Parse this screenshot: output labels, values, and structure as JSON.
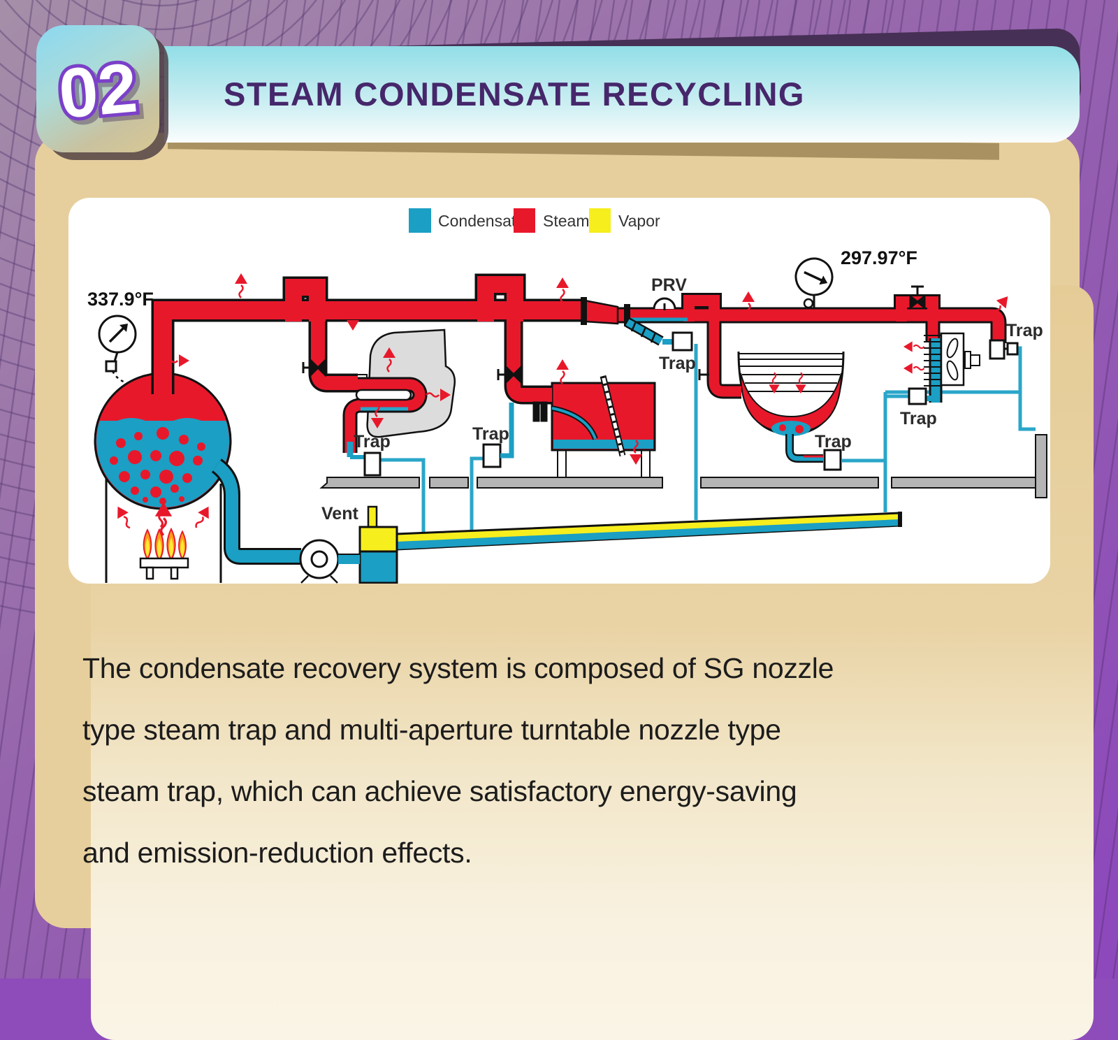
{
  "header": {
    "number": "02",
    "title": "STEAM CONDENSATE RECYCLING"
  },
  "legend": {
    "items": [
      {
        "label": "Condensate",
        "color": "#1b9fc4"
      },
      {
        "label": "Steam",
        "color": "#e8182b"
      },
      {
        "label": "Vapor",
        "color": "#f7ee1e"
      }
    ]
  },
  "diagram": {
    "gauge_left_temp": "337.9°F",
    "gauge_right_temp": "297.97°F",
    "prv_label": "PRV",
    "vent_label": "Vent",
    "trap_label": "Trap"
  },
  "body": {
    "lines": [
      "The condensate recovery system is composed of SG nozzle",
      "type steam trap and multi-aperture turntable nozzle type",
      "steam trap, which can achieve satisfactory energy-saving",
      "and emission-reduction effects."
    ]
  },
  "colors": {
    "steam": "#e8182b",
    "condensate": "#1b9fc4",
    "vapor": "#f7ee1e",
    "background_purple": "#8d4cba",
    "card_tan": "#e7cf9d",
    "card_cream": "#faf4e6",
    "banner_cyan": "#92dee7",
    "title_purple": "#46276b"
  }
}
